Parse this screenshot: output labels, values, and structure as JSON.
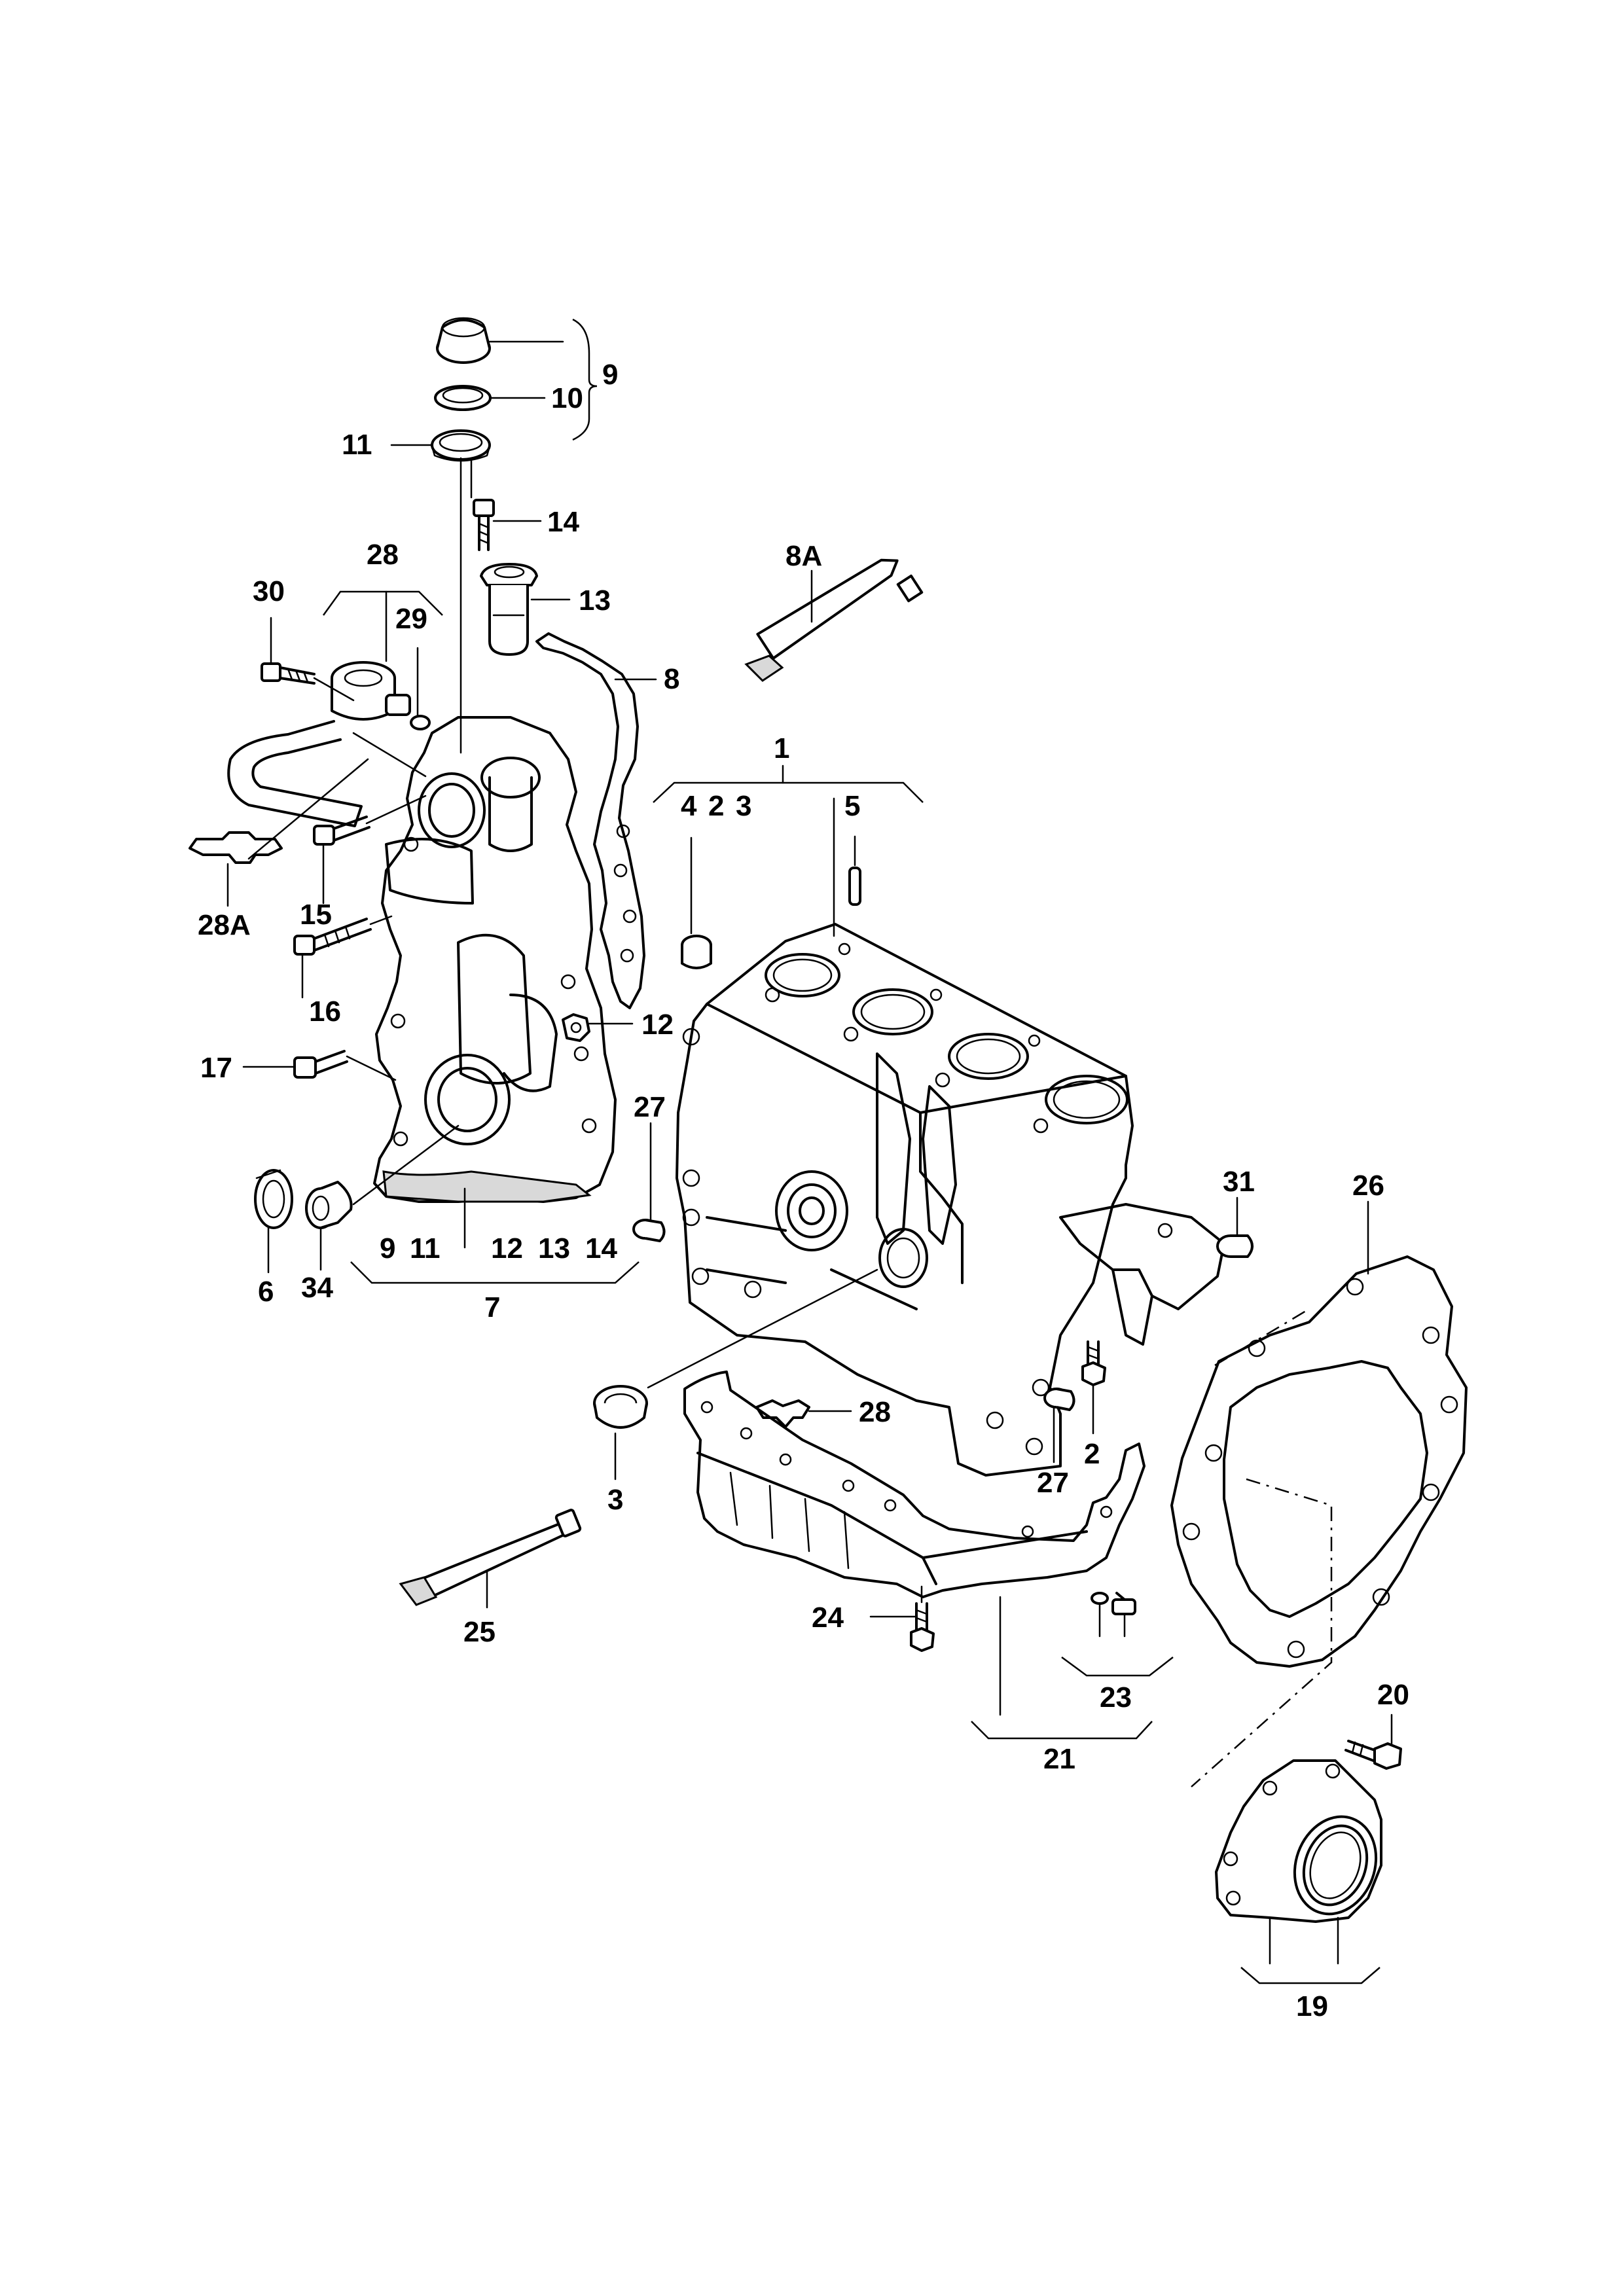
{
  "labels": {
    "l1": "1",
    "l2a": "2",
    "l2b": "2",
    "l3a": "3",
    "l3b": "3",
    "l4": "4",
    "l5": "5",
    "l6": "6",
    "l7": "7",
    "l8": "8",
    "l8A": "8A",
    "l9a": "9",
    "l9b": "9",
    "l10": "10",
    "l11a": "11",
    "l11b": "11",
    "l12a": "12",
    "l12b": "12",
    "l13a": "13",
    "l13b": "13",
    "l14a": "14",
    "l14b": "14",
    "l15": "15",
    "l16": "16",
    "l17": "17",
    "l19": "19",
    "l20": "20",
    "l21": "21",
    "l23": "23",
    "l24": "24",
    "l25": "25",
    "l26": "26",
    "l27a": "27",
    "l27b": "27",
    "l28a": "28",
    "l28b": "28",
    "l28A": "28A",
    "l29": "29",
    "l30": "30",
    "l31": "31",
    "l34": "34"
  }
}
